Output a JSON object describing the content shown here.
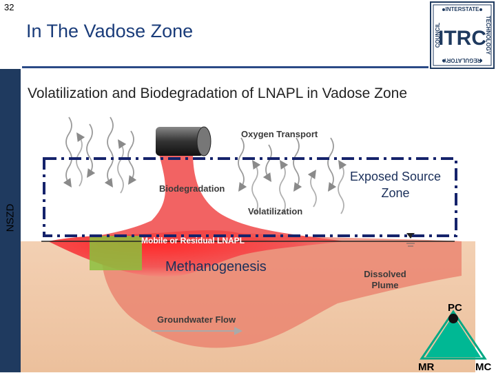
{
  "slide_number": "32",
  "title": "In The Vadose Zone",
  "subtitle": "Volatilization and Biodegradation of LNAPL in Vadose Zone",
  "logo": {
    "top_text": "INTERSTATE",
    "left_text": "COUNCIL",
    "right_text": "TECHNOLOGY",
    "bottom_text": "REGULATORY",
    "center_text": "ITRC"
  },
  "side_label": "NSZD",
  "diagram": {
    "oxygen_transport": "Oxygen Transport",
    "biodegradation": "Biodegradation",
    "volatilization": "Volatilization",
    "lnapl": "Mobile or Residual LNAPL",
    "dissolved_plume_line1": "Dissolved",
    "dissolved_plume_line2": "Plume",
    "groundwater_flow": "Groundwater Flow"
  },
  "exposed_source_line1": "Exposed Source",
  "exposed_source_line2": "Zone",
  "methanogenesis": "Methanogenesis",
  "triangle": {
    "top": "PC",
    "left": "MR",
    "right": "MC"
  },
  "colors": {
    "title": "#1a3c7a",
    "side_bar": "#1f3a5f",
    "dash_box": "#15236b",
    "triangle": "#00b894"
  }
}
